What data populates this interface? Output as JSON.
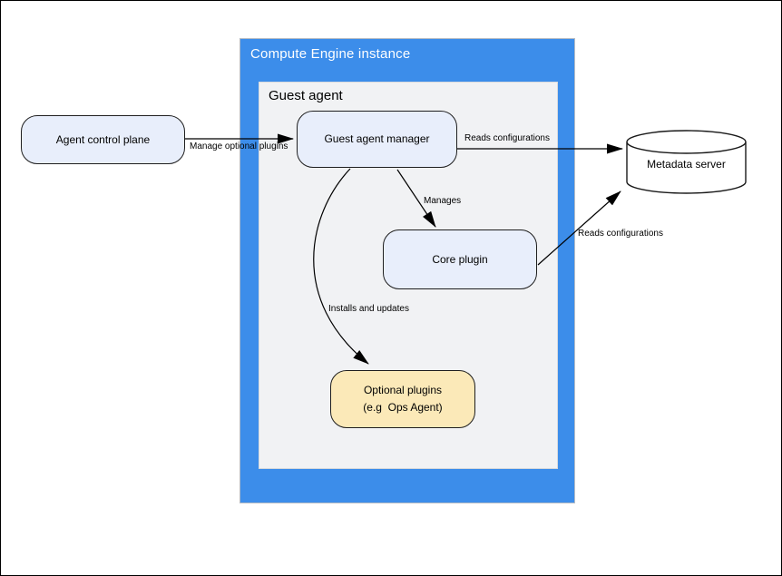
{
  "containers": {
    "compute_engine": {
      "title": "Compute Engine instance"
    },
    "guest_agent": {
      "title": "Guest agent"
    }
  },
  "nodes": {
    "agent_control_plane": {
      "label": "Agent control plane"
    },
    "guest_agent_manager": {
      "label": "Guest agent manager"
    },
    "core_plugin": {
      "label": "Core plugin"
    },
    "optional_plugins": {
      "label_line1": "Optional plugins",
      "label_line2": "(e.g  Ops Agent)"
    },
    "metadata_server": {
      "label": "Metadata server"
    }
  },
  "edges": {
    "manage_optional_plugins": {
      "label": "Manage optional plugins"
    },
    "manager_reads_configurations": {
      "label": "Reads configurations"
    },
    "manages": {
      "label": "Manages"
    },
    "installs_and_updates": {
      "label": "Installs and updates"
    },
    "core_reads_configurations": {
      "label": "Reads configurations"
    }
  },
  "colors": {
    "container_blue": "#3C8DEA",
    "container_gray_fill": "#F1F2F4",
    "node_blue_fill": "#E8EEFB",
    "node_yellow_fill": "#FBE9B8",
    "node_stroke": "#1F1F1F",
    "edge_stroke": "#000000",
    "title_text": "#FFFFFF"
  }
}
